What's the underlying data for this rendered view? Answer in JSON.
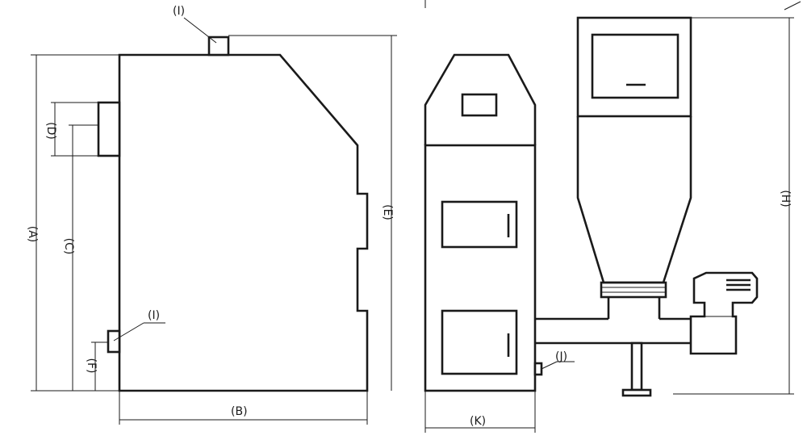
{
  "labels": {
    "A": "(A)",
    "B": "(B)",
    "C": "(C)",
    "D": "(D)",
    "E": "(E)",
    "F": "(F)",
    "I_top": "(I)",
    "I_bottom": "(I)",
    "H": "(H)",
    "J": "(J)",
    "K": "(K)"
  },
  "colors": {
    "line": "#1a1a1a",
    "background": "#ffffff"
  }
}
